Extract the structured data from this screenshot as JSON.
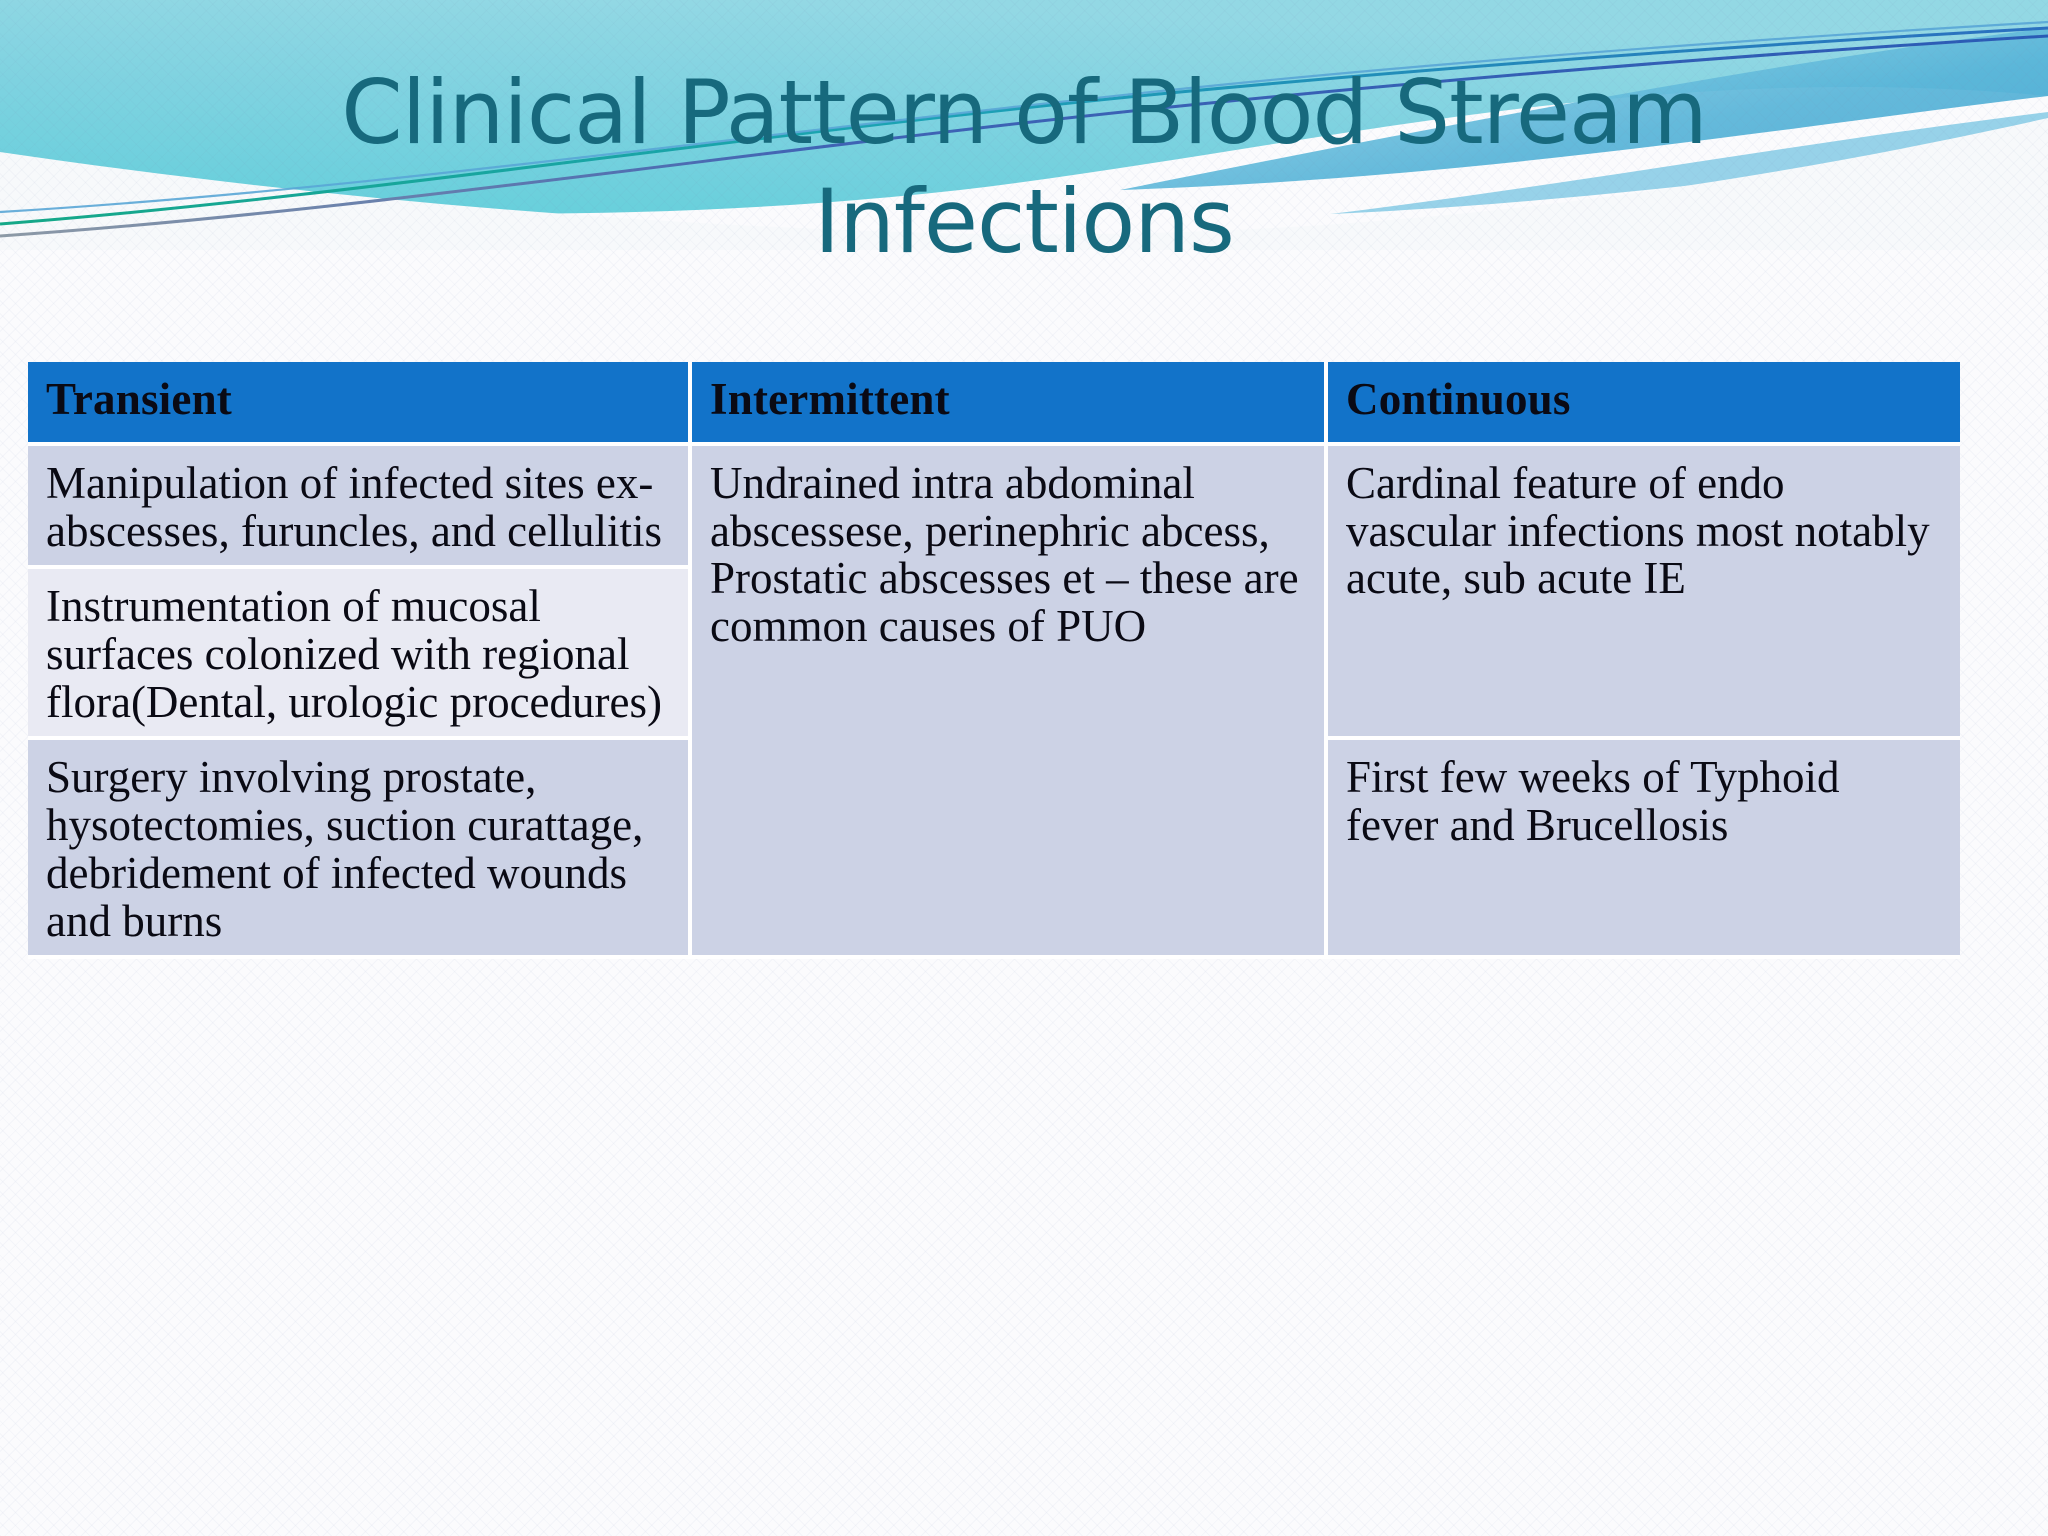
{
  "slide": {
    "title": "Clinical Pattern of Blood Stream\nInfections",
    "title_color": "#17697d",
    "background_color": "#fbfbfd",
    "banner_colors": {
      "cyan_top": "#6fd3dd",
      "blue_mid": "#4fb9d8",
      "teal_line": "#16a79b",
      "dark_blue_line": "#2a5bb5",
      "swoosh_white": "#f7f9fb"
    }
  },
  "table": {
    "header_background": "#1273c9",
    "header_text_color": "#ffffff",
    "cell_shade_dark": "#ccd2e5",
    "cell_shade_light": "#e9eaf3",
    "grid_color": "#ffffff",
    "columns": [
      "Transient",
      "Intermittent",
      "Continuous"
    ],
    "cells": {
      "transient": [
        "Manipulation of infected sites ex-\nabscesses, furuncles, and cellulitis",
        "Instrumentation of mucosal surfaces colonized with regional flora(Dental, urologic procedures)",
        "Surgery involving prostate, hysotectomies, suction curattage, debridement of infected wounds and burns"
      ],
      "intermittent": [
        "Undrained intra abdominal abscessese, perinephric abcess, Prostatic abscesses et – these are common causes of PUO"
      ],
      "continuous": [
        "Cardinal feature of endo vascular infections most notably acute, sub acute IE",
        "First few weeks of Typhoid fever and Brucellosis"
      ]
    }
  }
}
